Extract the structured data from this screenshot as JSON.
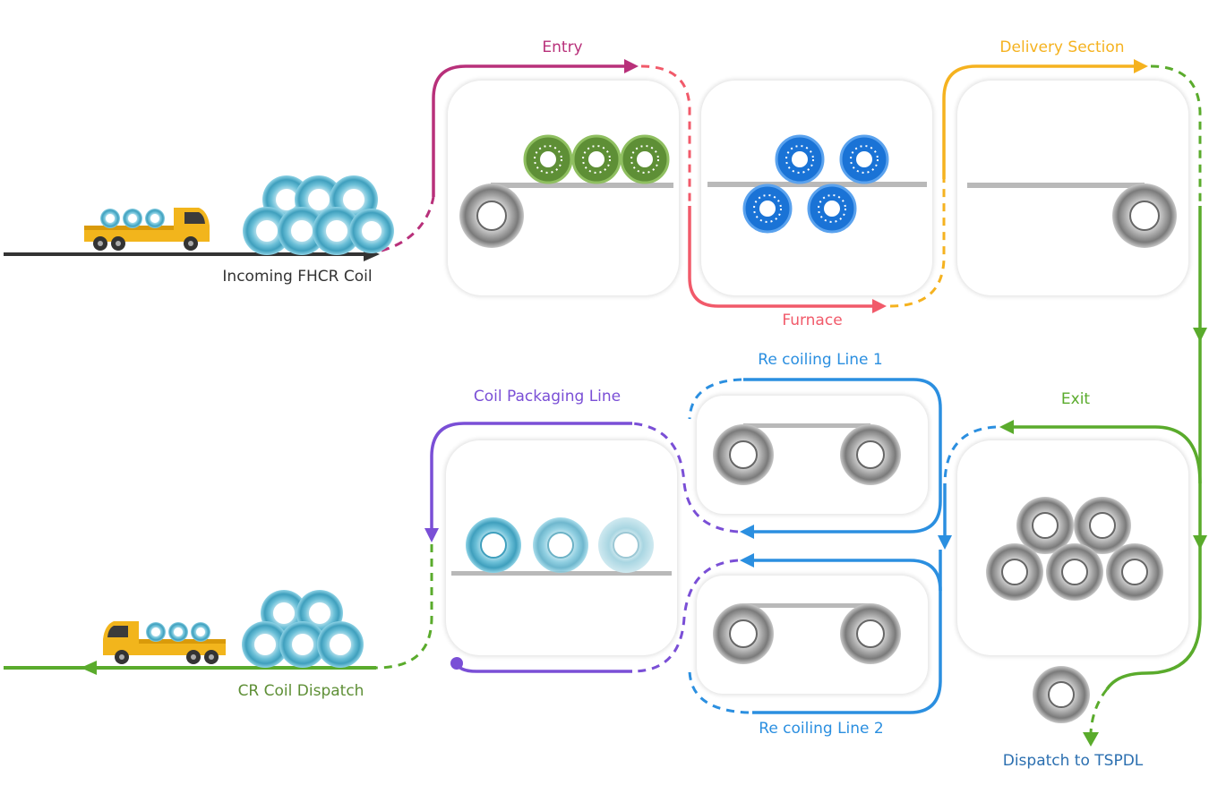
{
  "colors": {
    "entry": "#b8307a",
    "furnace": "#f15a6a",
    "delivery": "#f5b21f",
    "exit": "#5aab2c",
    "recoil": "#2b8fe0",
    "packaging": "#7a4fd6",
    "dispatch_cr": "#5aab2c",
    "incoming": "#333333",
    "tspdl": "#2b6fb0",
    "coil_blue": "#5fb7d0",
    "coil_grey": "#9a9a9a",
    "roller_green": "#5e8f36",
    "roller_blue": "#1a73d6",
    "truck_yellow": "#f2b51c"
  },
  "labels": {
    "entry": "Entry",
    "furnace": "Furnace",
    "delivery": "Delivery Section",
    "exit": "Exit",
    "recoil1": "Re coiling Line 1",
    "recoil2": "Re coiling Line 2",
    "packaging": "Coil Packaging Line",
    "incoming": "Incoming FHCR Coil",
    "cr_dispatch": "CR Coil Dispatch",
    "tspdl": "Dispatch to TSPDL"
  },
  "icons": {
    "truck": "truck-icon",
    "coil": "coil-icon",
    "roller": "roller-icon",
    "arrow": "arrow-icon"
  }
}
